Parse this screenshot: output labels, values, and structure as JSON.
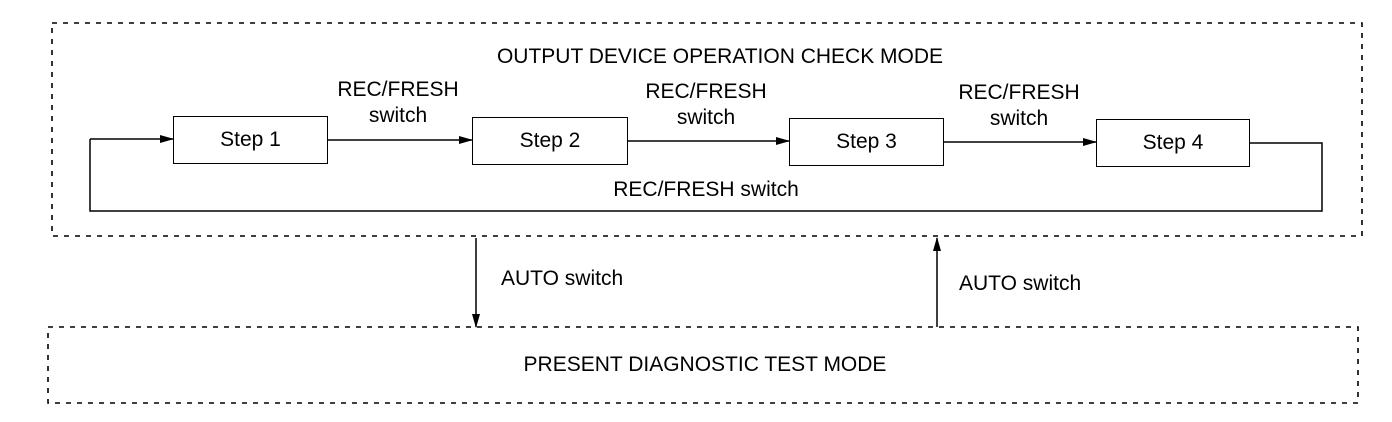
{
  "output_mode": {
    "title": "OUTPUT DEVICE OPERATION CHECK MODE",
    "steps": [
      "Step 1",
      "Step 2",
      "Step 3",
      "Step 4"
    ],
    "transitions": [
      {
        "line1": "REC/FRESH",
        "line2": "switch"
      },
      {
        "line1": "REC/FRESH",
        "line2": "switch"
      },
      {
        "line1": "REC/FRESH",
        "line2": "switch"
      }
    ],
    "return_label": "REC/FRESH switch"
  },
  "mode_switch": {
    "down_label": "AUTO switch",
    "up_label": "AUTO switch"
  },
  "diagnostic_mode": {
    "title": "PRESENT DIAGNOSTIC TEST MODE"
  }
}
